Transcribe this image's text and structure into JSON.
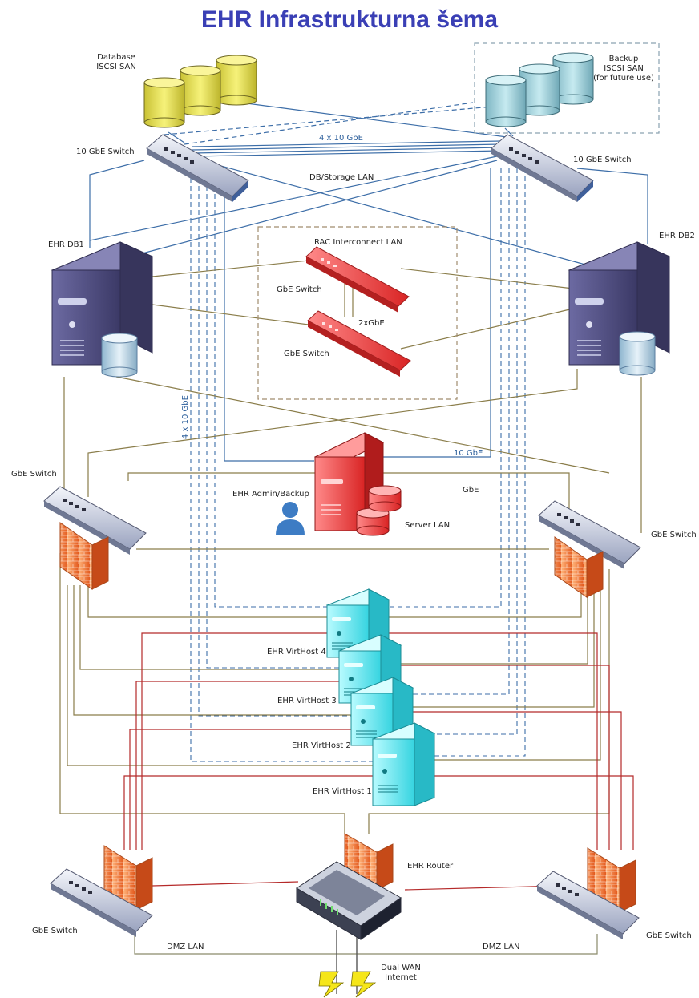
{
  "title": "EHR Infrastrukturna šema",
  "labels": {
    "db_san": "Database\nISCSI SAN",
    "backup_san": "Backup\nISCSI SAN\n(for future use)",
    "switch_10g_left": "10 GbE Switch",
    "switch_10g_right": "10 GbE Switch",
    "link_4x10": "4 x 10 GbE",
    "db_storage_lan": "DB/Storage LAN",
    "rac_lan": "RAC Interconnect LAN",
    "rac_switch_1": "GbE Switch",
    "rac_switch_2": "GbE Switch",
    "two_gbe": "2xGbE",
    "db1": "EHR DB1",
    "db2": "EHR DB2",
    "vert_4x10": "4 x 10 GbE",
    "ten_gbe": "10 GbE",
    "gbe": "GbE",
    "gbe_switch_left": "GbE Switch",
    "gbe_switch_right": "GbE Switch",
    "admin": "EHR Admin/Backup",
    "server_lan": "Server LAN",
    "vh4": "EHR VirtHost 4",
    "vh3": "EHR VirtHost 3",
    "vh2": "EHR VirtHost 2",
    "vh1": "EHR VirtHost 1",
    "router": "EHR Router",
    "gbe_switch_bl": "GbE Switch",
    "gbe_switch_br": "GbE Switch",
    "dmz_left": "DMZ LAN",
    "dmz_right": "DMZ LAN",
    "wan": "Dual WAN\nInternet"
  },
  "colors": {
    "title": "#3a3fb5",
    "storage_link": "#3d6ea8",
    "lan_link": "#8a7d4a",
    "dmz_link": "#b52a2a",
    "dashed_link": "#3d6ea8",
    "db_cylinder": "#f3ef6a",
    "backup_cylinder": "#a9dce6",
    "server_body": "#4c4a7a",
    "rac_switch": "#e8423f",
    "virthost": "#6ff0f5",
    "firewall": "#f08a4a"
  }
}
